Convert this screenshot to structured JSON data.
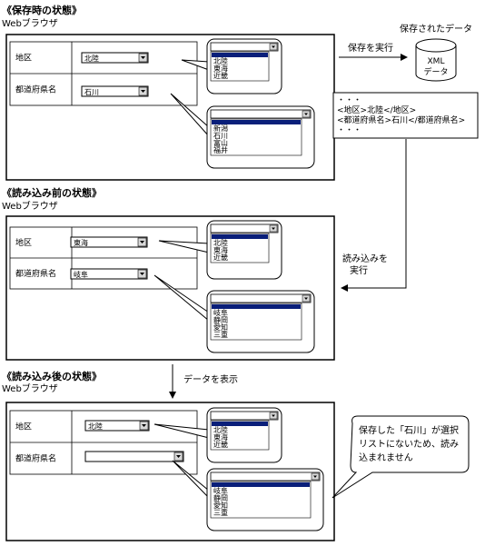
{
  "sections": [
    {
      "heading": "《保存時の状態》",
      "browser_label": "Webブラウザ",
      "row1_label": "地区",
      "row1_value": "北陸",
      "row2_label": "都道府県名",
      "row2_value": "石川",
      "list1_items": [
        "北陸",
        "東海",
        "近畿"
      ],
      "list2_items": [
        "新潟",
        "石川",
        "富山",
        "福井"
      ]
    },
    {
      "heading": "《読み込み前の状態》",
      "browser_label": "Webブラウザ",
      "row1_label": "地区",
      "row1_value": "東海",
      "row2_label": "都道府県名",
      "row2_value": "岐阜",
      "list1_items": [
        "北陸",
        "東海",
        "近畿"
      ],
      "list2_items": [
        "岐阜",
        "静岡",
        "愛知",
        "三重"
      ]
    },
    {
      "heading": "《読み込み後の状態》",
      "browser_label": "Webブラウザ",
      "row1_label": "地区",
      "row1_value": "北陸",
      "row2_label": "都道府県名",
      "row2_value": "",
      "list1_items": [
        "北陸",
        "東海",
        "近畿"
      ],
      "list2_items": [
        "岐阜",
        "静岡",
        "愛知",
        "三重"
      ]
    }
  ],
  "flow": {
    "save_label": "保存を実行",
    "stored_data_label": "保存されたデータ",
    "cylinder_line1": "XML",
    "cylinder_line2": "データ",
    "xml_lines": [
      "・・・",
      "<地区>北陸</地区>",
      "<都道府県名>石川</都道府県名>",
      "・・・"
    ],
    "load_line1": "読み込みを",
    "load_line2": "実行",
    "display_label": "データを表示",
    "callout_lines": [
      "保存した「石川」が選択",
      "リストにないため、読み",
      "込まれません"
    ]
  },
  "colors": {
    "selection": "#0a1f7a",
    "border": "#000000",
    "label_cell": "#ffffff"
  }
}
